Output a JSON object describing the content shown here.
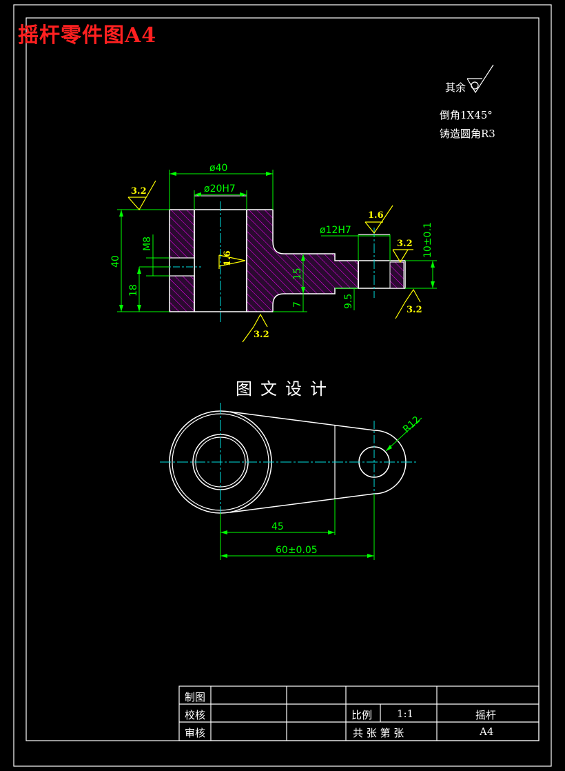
{
  "title": "摇杆零件图A4",
  "notes": {
    "rest_label": "其余",
    "chamfer": "倒角1X45°",
    "fillet": "铸造圆角R3"
  },
  "section_view": {
    "dims": {
      "od": "ø40",
      "bore": "ø20H7",
      "height": "40",
      "thread": "M8",
      "thread_height": "18",
      "arm_thk": "15",
      "arm_bottom": "7",
      "small_bore": "ø12H7",
      "boss_height": "10±0.1",
      "offset": "9.5"
    },
    "roughness": {
      "top_left": "3.2",
      "bore": "1.6",
      "bottom": "3.2",
      "small_top": "1.6",
      "small_side": "3.2",
      "small_bottom": "3.2"
    }
  },
  "view_title": "图文设计",
  "plan_view": {
    "dims": {
      "radius": "R12",
      "d45": "45",
      "d60": "60±0.05"
    }
  },
  "title_block": {
    "drawn": "制图",
    "checked": "校核",
    "approved": "审核",
    "scale_label": "比例",
    "scale_value": "1:1",
    "part_name": "摇杆",
    "sheets": "共  张   第  张",
    "format": "A4"
  },
  "colors": {
    "outline": "#ffffff",
    "dimension": "#00ff00",
    "centerline": "#00e0e0",
    "hatch": "#ff00ff",
    "roughness": "#ffff00",
    "title": "#ff2020"
  }
}
